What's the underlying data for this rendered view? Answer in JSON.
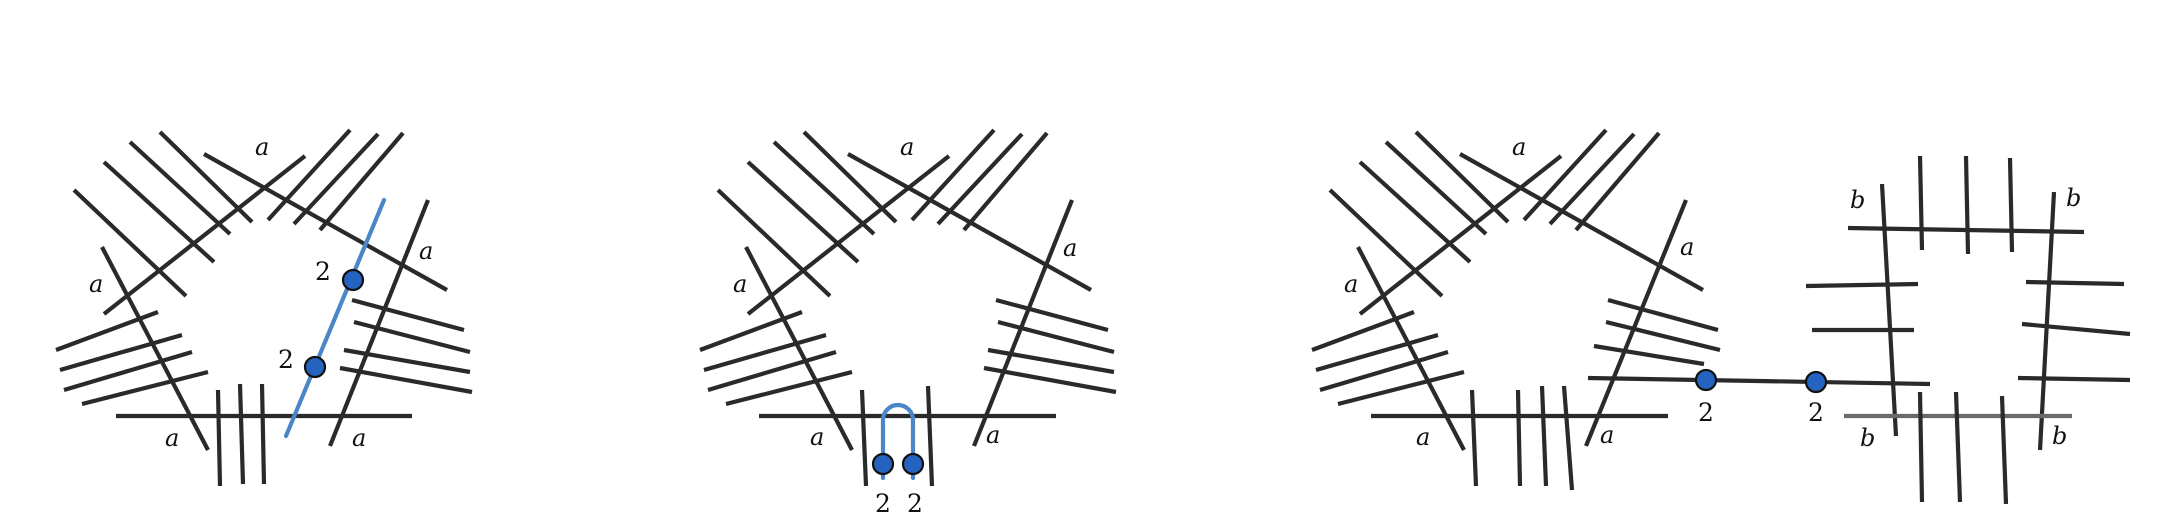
{
  "panels": [
    {
      "labels": [
        "a",
        "a",
        "a",
        "a",
        "a"
      ],
      "numbers": [
        "2",
        "2"
      ]
    },
    {
      "labels": [
        "a",
        "a",
        "a",
        "a",
        "a"
      ],
      "numbers": [
        "2",
        "2"
      ]
    },
    {
      "labels": [
        "a",
        "a",
        "a",
        "a",
        "a",
        "b",
        "b",
        "b",
        "b"
      ],
      "numbers": [
        "2",
        "2"
      ]
    }
  ],
  "colors": {
    "line": "#2a2a2a",
    "gray_line": "#6a6a6a",
    "curve": "#4a86c8",
    "vertex": "#2662bf"
  }
}
